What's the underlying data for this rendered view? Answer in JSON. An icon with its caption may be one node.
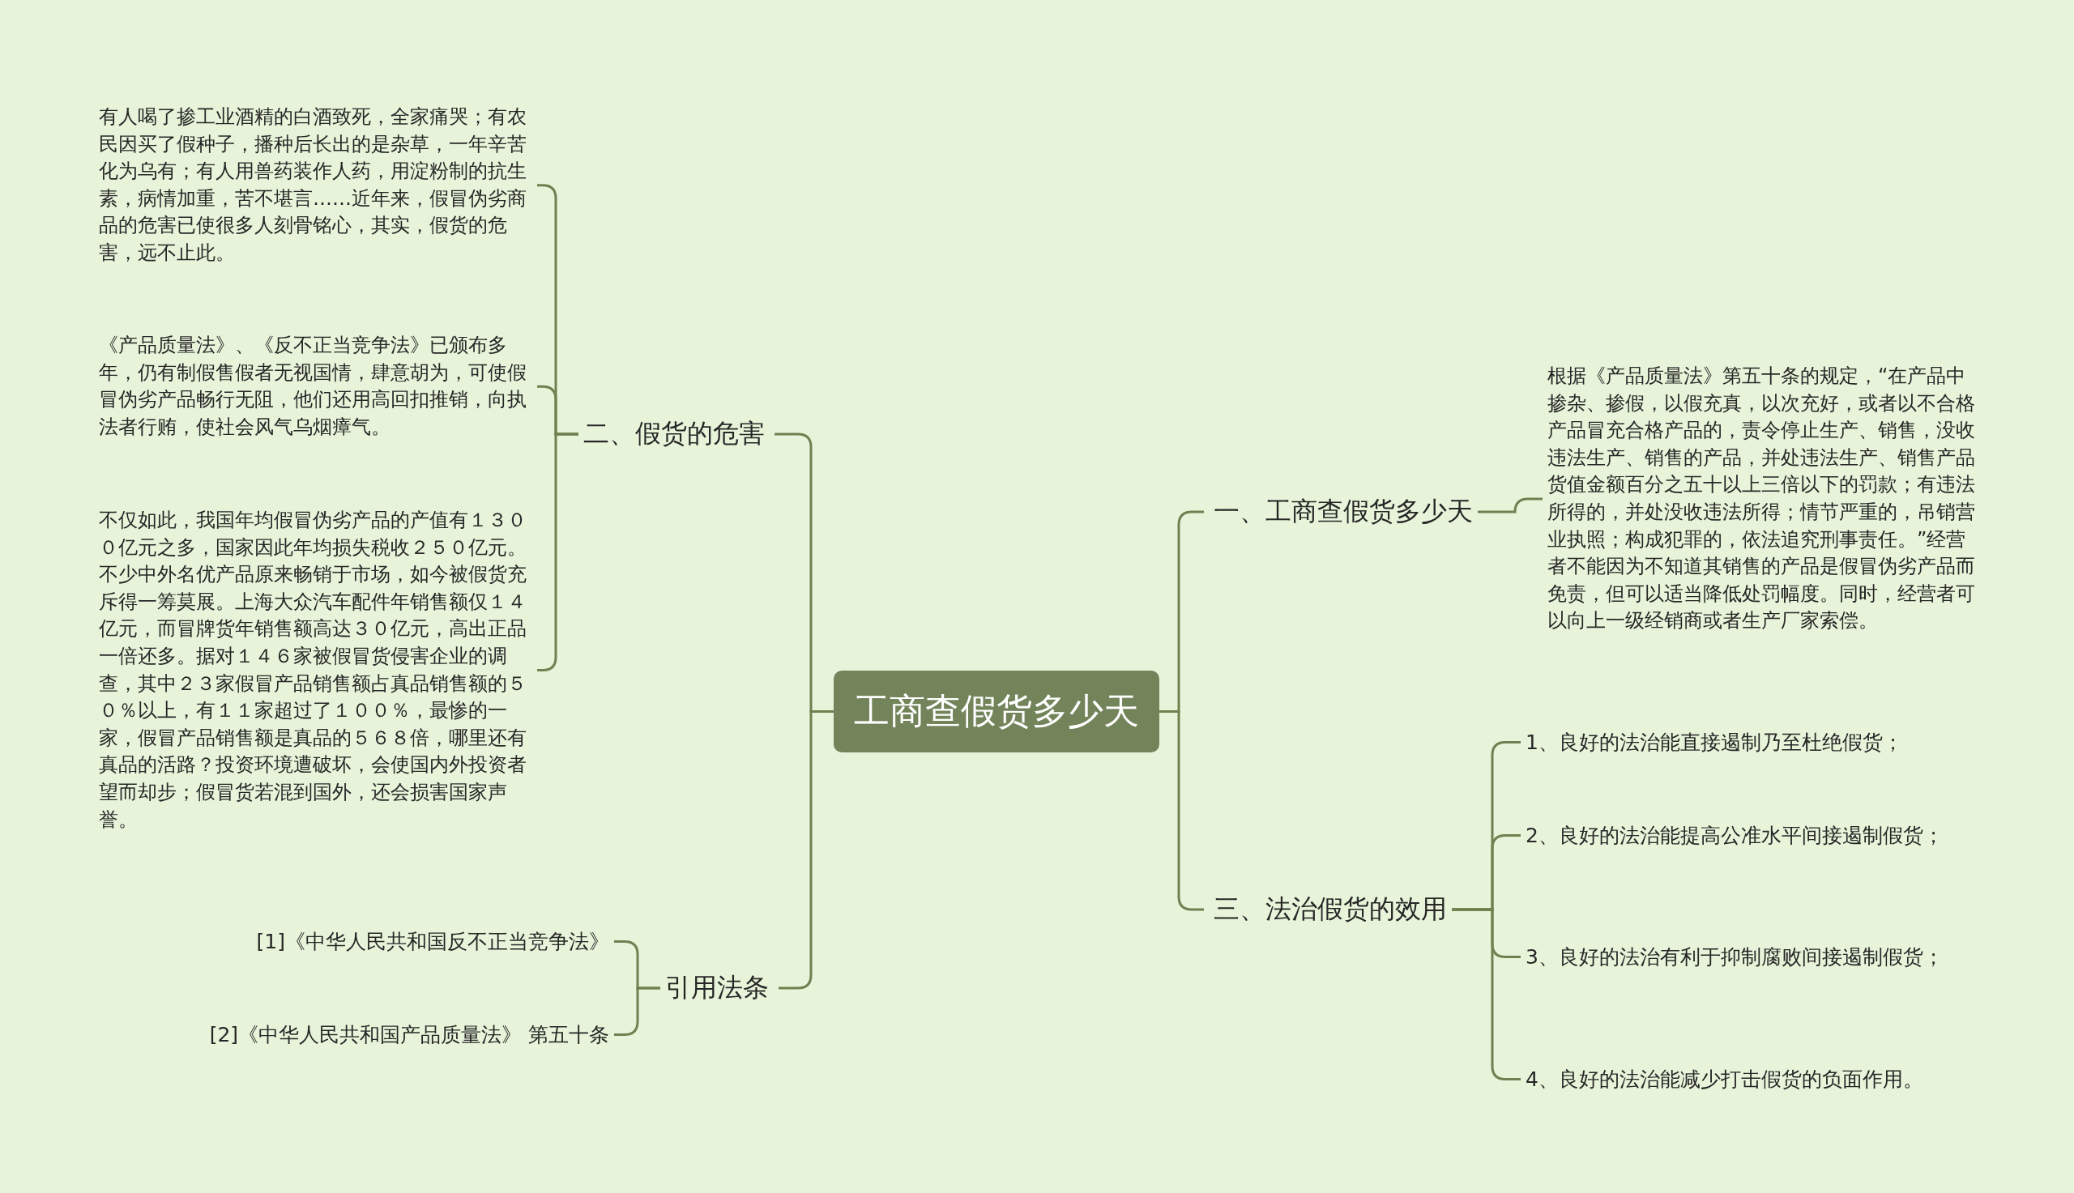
{
  "diagram": {
    "nodes": [
      {
        "text": [
          "工商查假货多少天"
        ]
      },
      {
        "text": [
          "二、假货的危害"
        ]
      },
      {
        "text": [
          "有人喝了掺工业酒精的白酒致死，全家痛哭；有农民因买了假种子，播种后长出的是杂草，一年辛苦化为乌有；有人用兽药装作人药，用淀粉制的抗生素，病情加重，苦不堪言……近年来，假冒伪劣商品的危害已使很多人刻骨铭心，其实，假货的危害，远不止此。"
        ]
      },
      {
        "text": [
          "《产品质量法》、《反不正当竞争法》已颁布多年，仍有制假售假者无视国情，肆意胡为，可使假冒伪劣产品畅行无阻，他们还用高回扣推销，向执法者行贿，使社会风气乌烟瘴气。"
        ]
      },
      {
        "text": [
          "不仅如此，我国年均假冒伪劣产品的产值有１３００亿元之多，国家因此年均损失税收２５０亿元。不少中外名优产品原来畅销于市场，如今被假货充斥得一筹莫展。上海大众汽车配件年销售额仅１４亿元，而冒牌货年销售额高达３０亿元，高出正品一倍还多。据对１４６家被假冒货侵害企业的调查，其中２３家假冒产品销售额占真品销售额的５０％以上，有１１家超过了１００％，最惨的一家，假冒产品销售额是真品的５６８倍，哪里还有真品的活路？投资环境遭破坏，会使国内外投资者望而却步；假冒货若混到国外，还会损害国家声誉。"
        ]
      },
      {
        "text": [
          "引用法条"
        ]
      },
      {
        "text": [
          "[1]《中华人民共和国反不正当竞争法》"
        ]
      },
      {
        "text": [
          "[2]《中华人民共和国产品质量法》 第五十条"
        ]
      },
      {
        "text": [
          "一、工商查假货多少天"
        ]
      },
      {
        "text": [
          "根据《产品质量法》第五十条的规定，“在产品中掺杂、掺假，以假充真，以次充好，或者以不合格产品冒充合格产品的，责令停止生产、销售，没收违法生产、销售的产品，并处违法生产、销售产品货值金额百分之五十以上三倍以下的罚款；有违法所得的，并处没收违法所得；情节严重的，吊销营业执照；构成犯罪的，依法追究刑事责任。”经营者不能因为不知道其销售的产品是假冒伪劣产品而免责，但可以适当降低处罚幅度。同时，经营者可以向上一级经销商或者生产厂家索偿。"
        ]
      },
      {
        "text": [
          "三、法治假货的效用"
        ]
      },
      {
        "text": [
          "1、良好的法治能直接遏制乃至杜绝假货；"
        ]
      },
      {
        "text": [
          "2、良好的法治能提高公准水平间接遏制假货；"
        ]
      },
      {
        "text": [
          "3、良好的法治有利于抑制腐败间接遏制假货；"
        ]
      },
      {
        "text": [
          "4、良好的法治能减少打击假货的负面作用。"
        ]
      }
    ],
    "edges": [
      {
        "from": 0,
        "to": 1,
        "arrow": "none"
      },
      {
        "from": 1,
        "to": 2,
        "arrow": "none"
      },
      {
        "from": 1,
        "to": 3,
        "arrow": "none"
      },
      {
        "from": 1,
        "to": 4,
        "arrow": "none"
      },
      {
        "from": 0,
        "to": 5,
        "arrow": "none"
      },
      {
        "from": 5,
        "to": 6,
        "arrow": "none"
      },
      {
        "from": 5,
        "to": 7,
        "arrow": "none"
      },
      {
        "from": 0,
        "to": 8,
        "arrow": "none"
      },
      {
        "from": 8,
        "to": 9,
        "arrow": "none"
      },
      {
        "from": 0,
        "to": 10,
        "arrow": "none"
      },
      {
        "from": 10,
        "to": 11,
        "arrow": "none"
      },
      {
        "from": 10,
        "to": 12,
        "arrow": "none"
      },
      {
        "from": 10,
        "to": 13,
        "arrow": "none"
      },
      {
        "from": 10,
        "to": 14,
        "arrow": "none"
      }
    ]
  }
}
